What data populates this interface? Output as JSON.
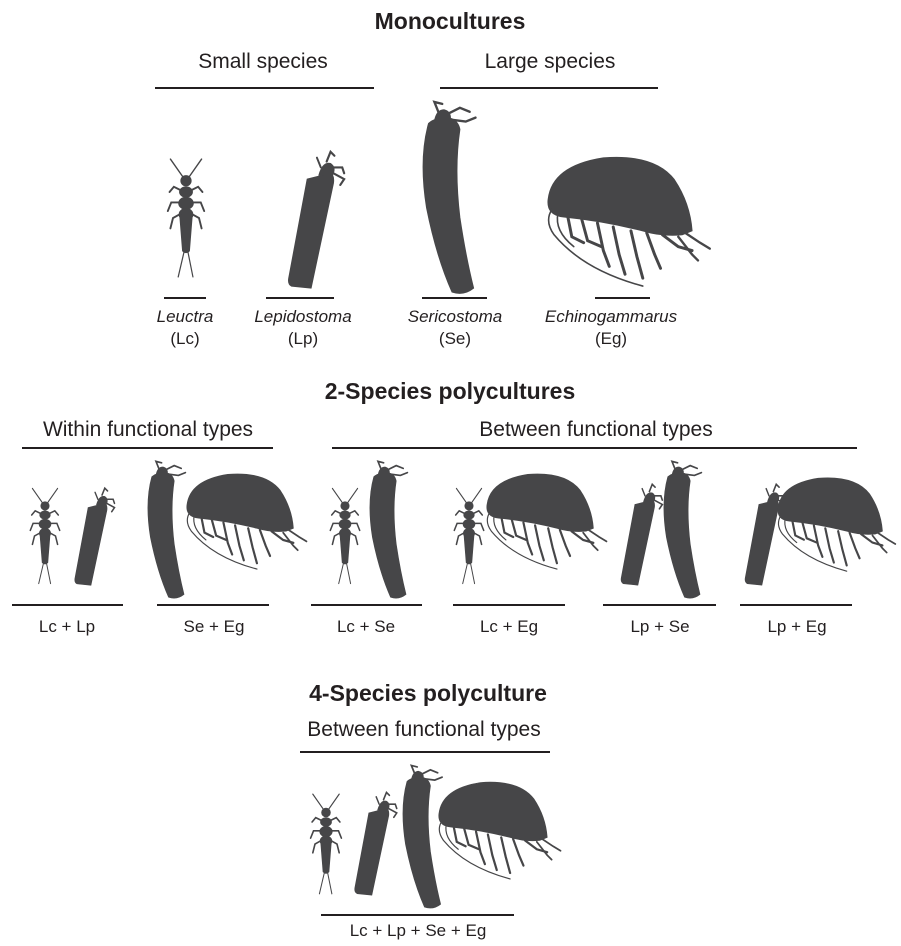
{
  "monocultures": {
    "title": "Monocultures",
    "small_header": "Small species",
    "large_header": "Large species",
    "species": [
      {
        "genus": "Leuctra",
        "code": "(Lc)"
      },
      {
        "genus": "Lepidostoma",
        "code": "(Lp)"
      },
      {
        "genus": "Sericostoma",
        "code": "(Se)"
      },
      {
        "genus": "Echinogammarus",
        "code": "(Eg)"
      }
    ]
  },
  "two_species": {
    "title": "2-Species polycultures",
    "within_header": "Within functional types",
    "between_header": "Between functional types",
    "combos": [
      "Lc + Lp",
      "Se + Eg",
      "Lc + Se",
      "Lc + Eg",
      "Lp + Se",
      "Lp + Eg"
    ]
  },
  "four_species": {
    "title": "4-Species polyculture",
    "between_header": "Between functional types",
    "combo": "Lc + Lp + Se + Eg"
  },
  "colors": {
    "silhouette": "#464648",
    "line": "#231f20"
  },
  "icons": [
    "stonefly-larva-icon",
    "caddisfly-larva-case-icon",
    "large-caddisfly-case-icon",
    "amphipod-icon"
  ]
}
